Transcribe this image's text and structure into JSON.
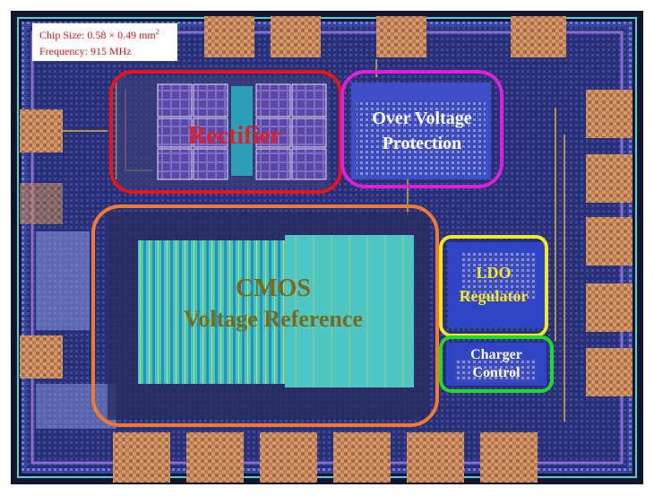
{
  "info": {
    "chip_size_prefix": "Chip Size: 0.58 × 0.49 mm",
    "chip_size_exp": "2",
    "frequency": "Frequency: 915 MHz"
  },
  "blocks": {
    "rectifier": "Rectifier",
    "ovp_line1": "Over Voltage",
    "ovp_line2": "Protection",
    "cmos_line1": "CMOS",
    "cmos_line2": "Voltage Reference",
    "ldo_line1": "LDO",
    "ldo_line2": "Regulator",
    "charger_line1": "Charger",
    "charger_line2": "Control"
  },
  "colors": {
    "rectifier_outline": "#e8141b",
    "ovp_outline": "#e020d8",
    "cmos_outline": "#f07a30",
    "ldo_outline": "#f2e825",
    "charger_outline": "#22d82a",
    "label_red": "#e31e24",
    "label_white": "#ffffff",
    "label_olive": "#7a6a1a",
    "label_yellow": "#f2e825",
    "info_red": "#d8141b"
  }
}
